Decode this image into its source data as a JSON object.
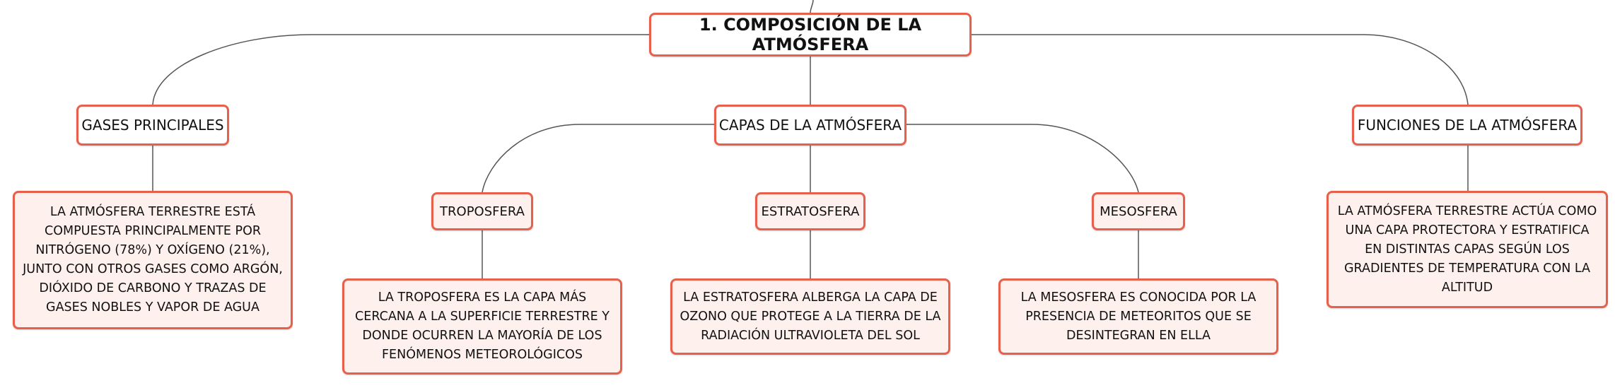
{
  "root": {
    "label": "1. COMPOSICIÓN DE LA ATMÓSFERA"
  },
  "branches": {
    "gases": {
      "label": "GASES PRINCIPALES",
      "description": "LA ATMÓSFERA TERRESTRE ESTÁ COMPUESTA PRINCIPALMENTE POR NITRÓGENO (78%) Y OXÍGENO (21%), JUNTO CON OTROS GASES COMO ARGÓN, DIÓXIDO DE CARBONO Y TRAZAS DE GASES NOBLES Y VAPOR DE AGUA"
    },
    "capas": {
      "label": "CAPAS DE LA ATMÓSFERA",
      "children": {
        "troposfera": {
          "label": "TROPOSFERA",
          "description": "LA TROPOSFERA ES LA CAPA MÁS CERCANA A LA SUPERFICIE TERRESTRE Y DONDE OCURREN LA MAYORÍA DE LOS FENÓMENOS METEOROLÓGICOS"
        },
        "estratosfera": {
          "label": "ESTRATOSFERA",
          "description": "LA ESTRATOSFERA ALBERGA LA CAPA DE OZONO QUE PROTEGE A LA TIERRA DE LA RADIACIÓN ULTRAVIOLETA DEL SOL"
        },
        "mesosfera": {
          "label": "MESOSFERA",
          "description": "LA MESOSFERA ES CONOCIDA POR LA PRESENCIA DE METEORITOS QUE SE DESINTEGRAN EN ELLA"
        }
      }
    },
    "funciones": {
      "label": "FUNCIONES DE LA ATMÓSFERA",
      "description": "LA ATMÓSFERA TERRESTRE ACTÚA COMO UNA CAPA PROTECTORA Y ESTRATIFICA EN DISTINTAS CAPAS SEGÚN LOS GRADIENTES DE TEMPERATURA CON LA ALTITUD"
    }
  },
  "colors": {
    "node_border": "#e8604c",
    "node_fill": "#fdf0ed",
    "connector": "#555555"
  }
}
